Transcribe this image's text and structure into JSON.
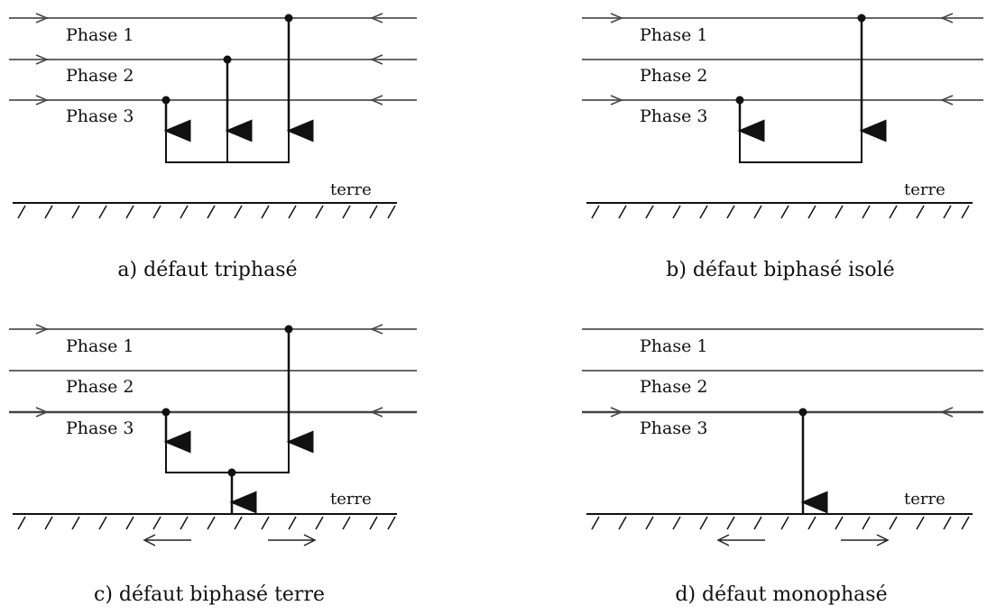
{
  "panels": [
    {
      "id": "a",
      "phase_labels": [
        "Phase 1",
        "Phase 2",
        "Phase 3"
      ],
      "ground_label": "terre",
      "caption": "a) défaut triphasé"
    },
    {
      "id": "b",
      "phase_labels": [
        "Phase 1",
        "Phase 2",
        "Phase 3"
      ],
      "ground_label": "terre",
      "caption": "b) défaut biphasé isolé"
    },
    {
      "id": "c",
      "phase_labels": [
        "Phase 1",
        "Phase 2",
        "Phase 3"
      ],
      "ground_label": "terre",
      "caption": "c) défaut biphasé terre"
    },
    {
      "id": "d",
      "phase_labels": [
        "Phase 1",
        "Phase 2",
        "Phase 3"
      ],
      "ground_label": "terre",
      "caption": "d) défaut monophasé"
    }
  ]
}
